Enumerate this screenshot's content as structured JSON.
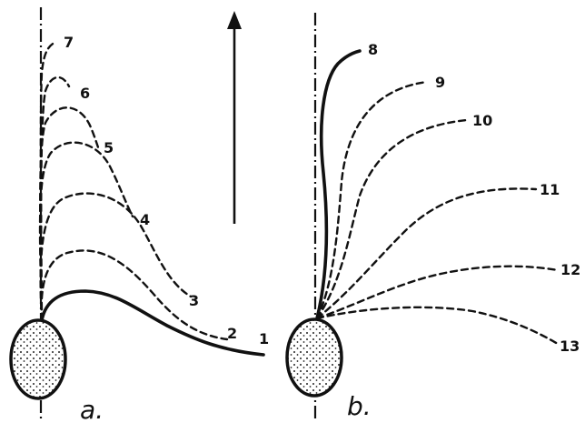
{
  "panels": [
    {
      "label": "a.",
      "curve_labels": [
        "1",
        "2",
        "3",
        "4",
        "5",
        "6",
        "7"
      ]
    },
    {
      "label": "b.",
      "curve_labels": [
        "8",
        "9",
        "10",
        "11",
        "12",
        "13"
      ]
    }
  ]
}
